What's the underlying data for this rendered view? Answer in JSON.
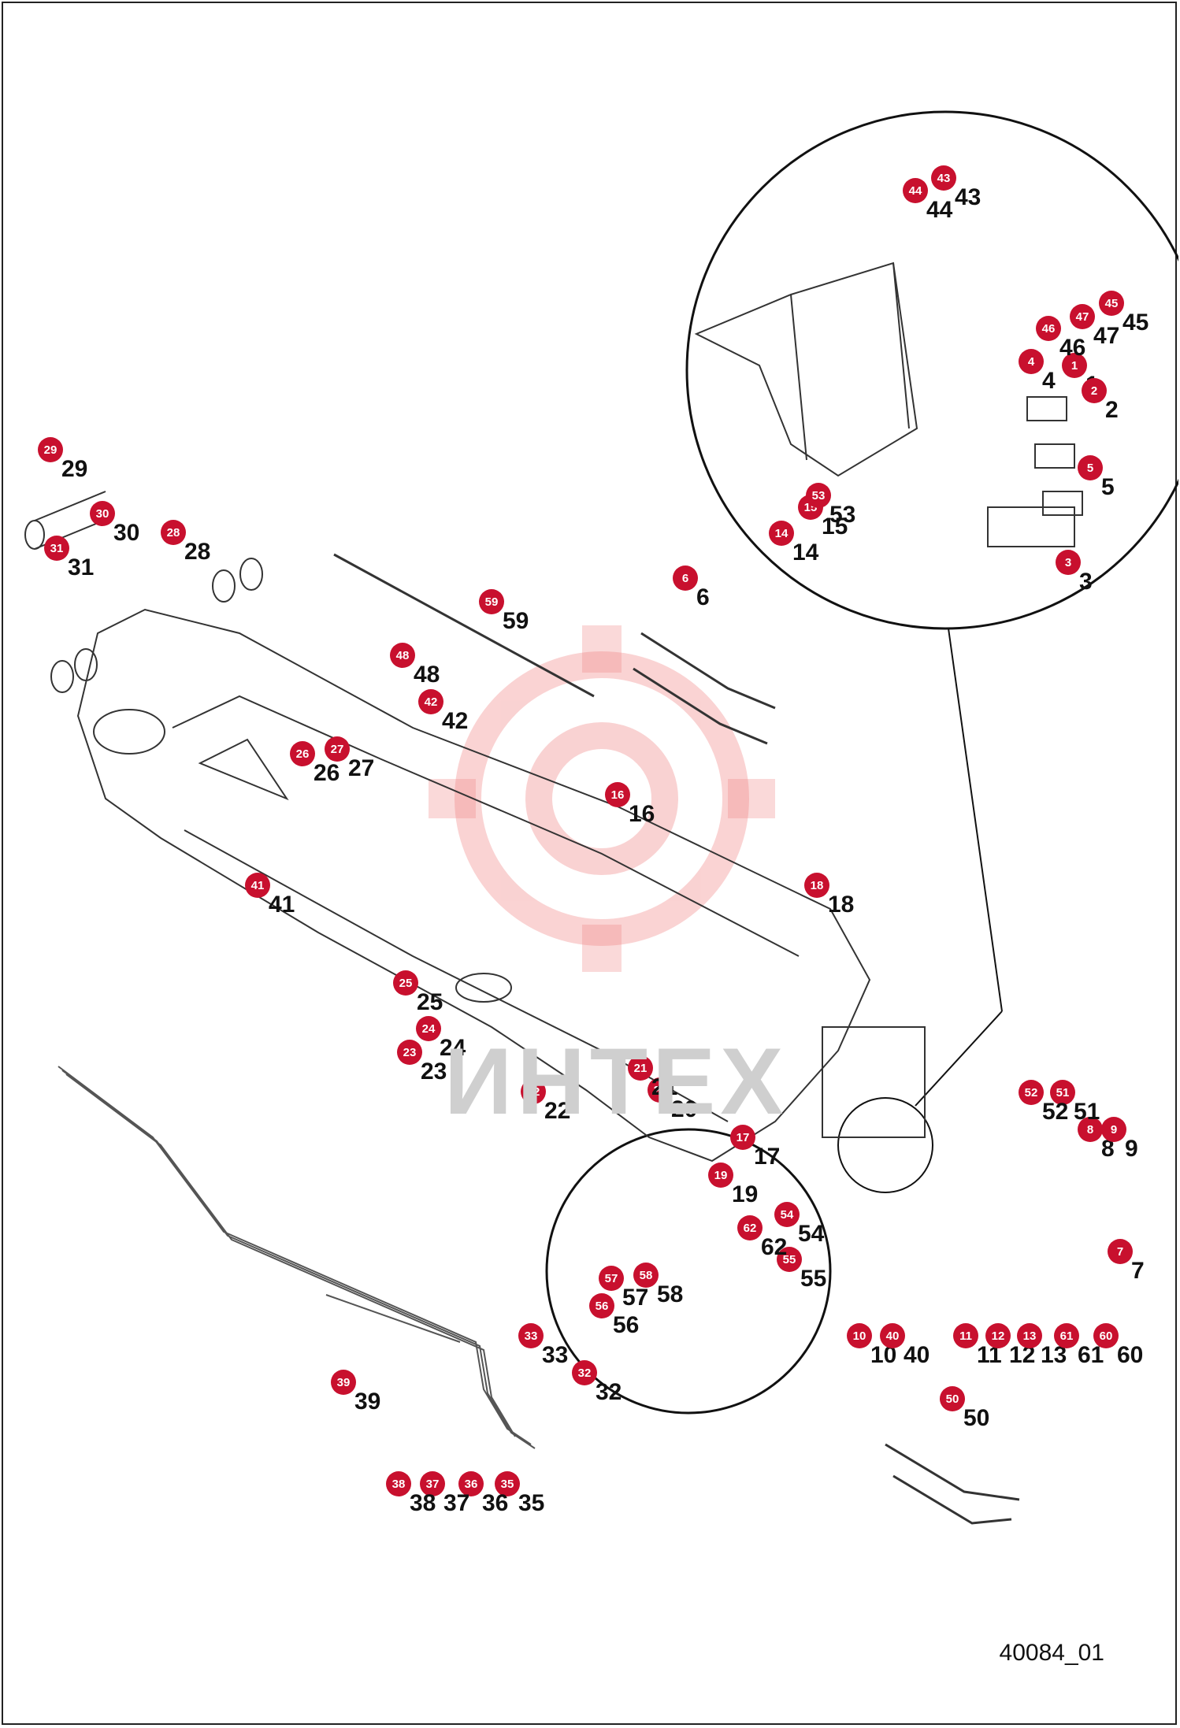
{
  "drawing_id": "40084_01",
  "watermark_text": "ИНТЕХ",
  "colors": {
    "callout": "#c8102e",
    "line": "#333333",
    "watermark": "#f08080"
  },
  "parts": [
    "1",
    "2",
    "3",
    "4",
    "5",
    "6",
    "7",
    "8",
    "9",
    "10",
    "11",
    "12",
    "13",
    "14",
    "15",
    "16",
    "17",
    "18",
    "19",
    "20",
    "21",
    "22",
    "23",
    "24",
    "25",
    "26",
    "27",
    "28",
    "29",
    "30",
    "31",
    "32",
    "33",
    "35",
    "36",
    "37",
    "38",
    "39",
    "40",
    "41",
    "42",
    "43",
    "44",
    "45",
    "46",
    "47",
    "48",
    "50",
    "51",
    "52",
    "53",
    "54",
    "55",
    "56",
    "57",
    "58",
    "59",
    "60",
    "61",
    "62"
  ]
}
